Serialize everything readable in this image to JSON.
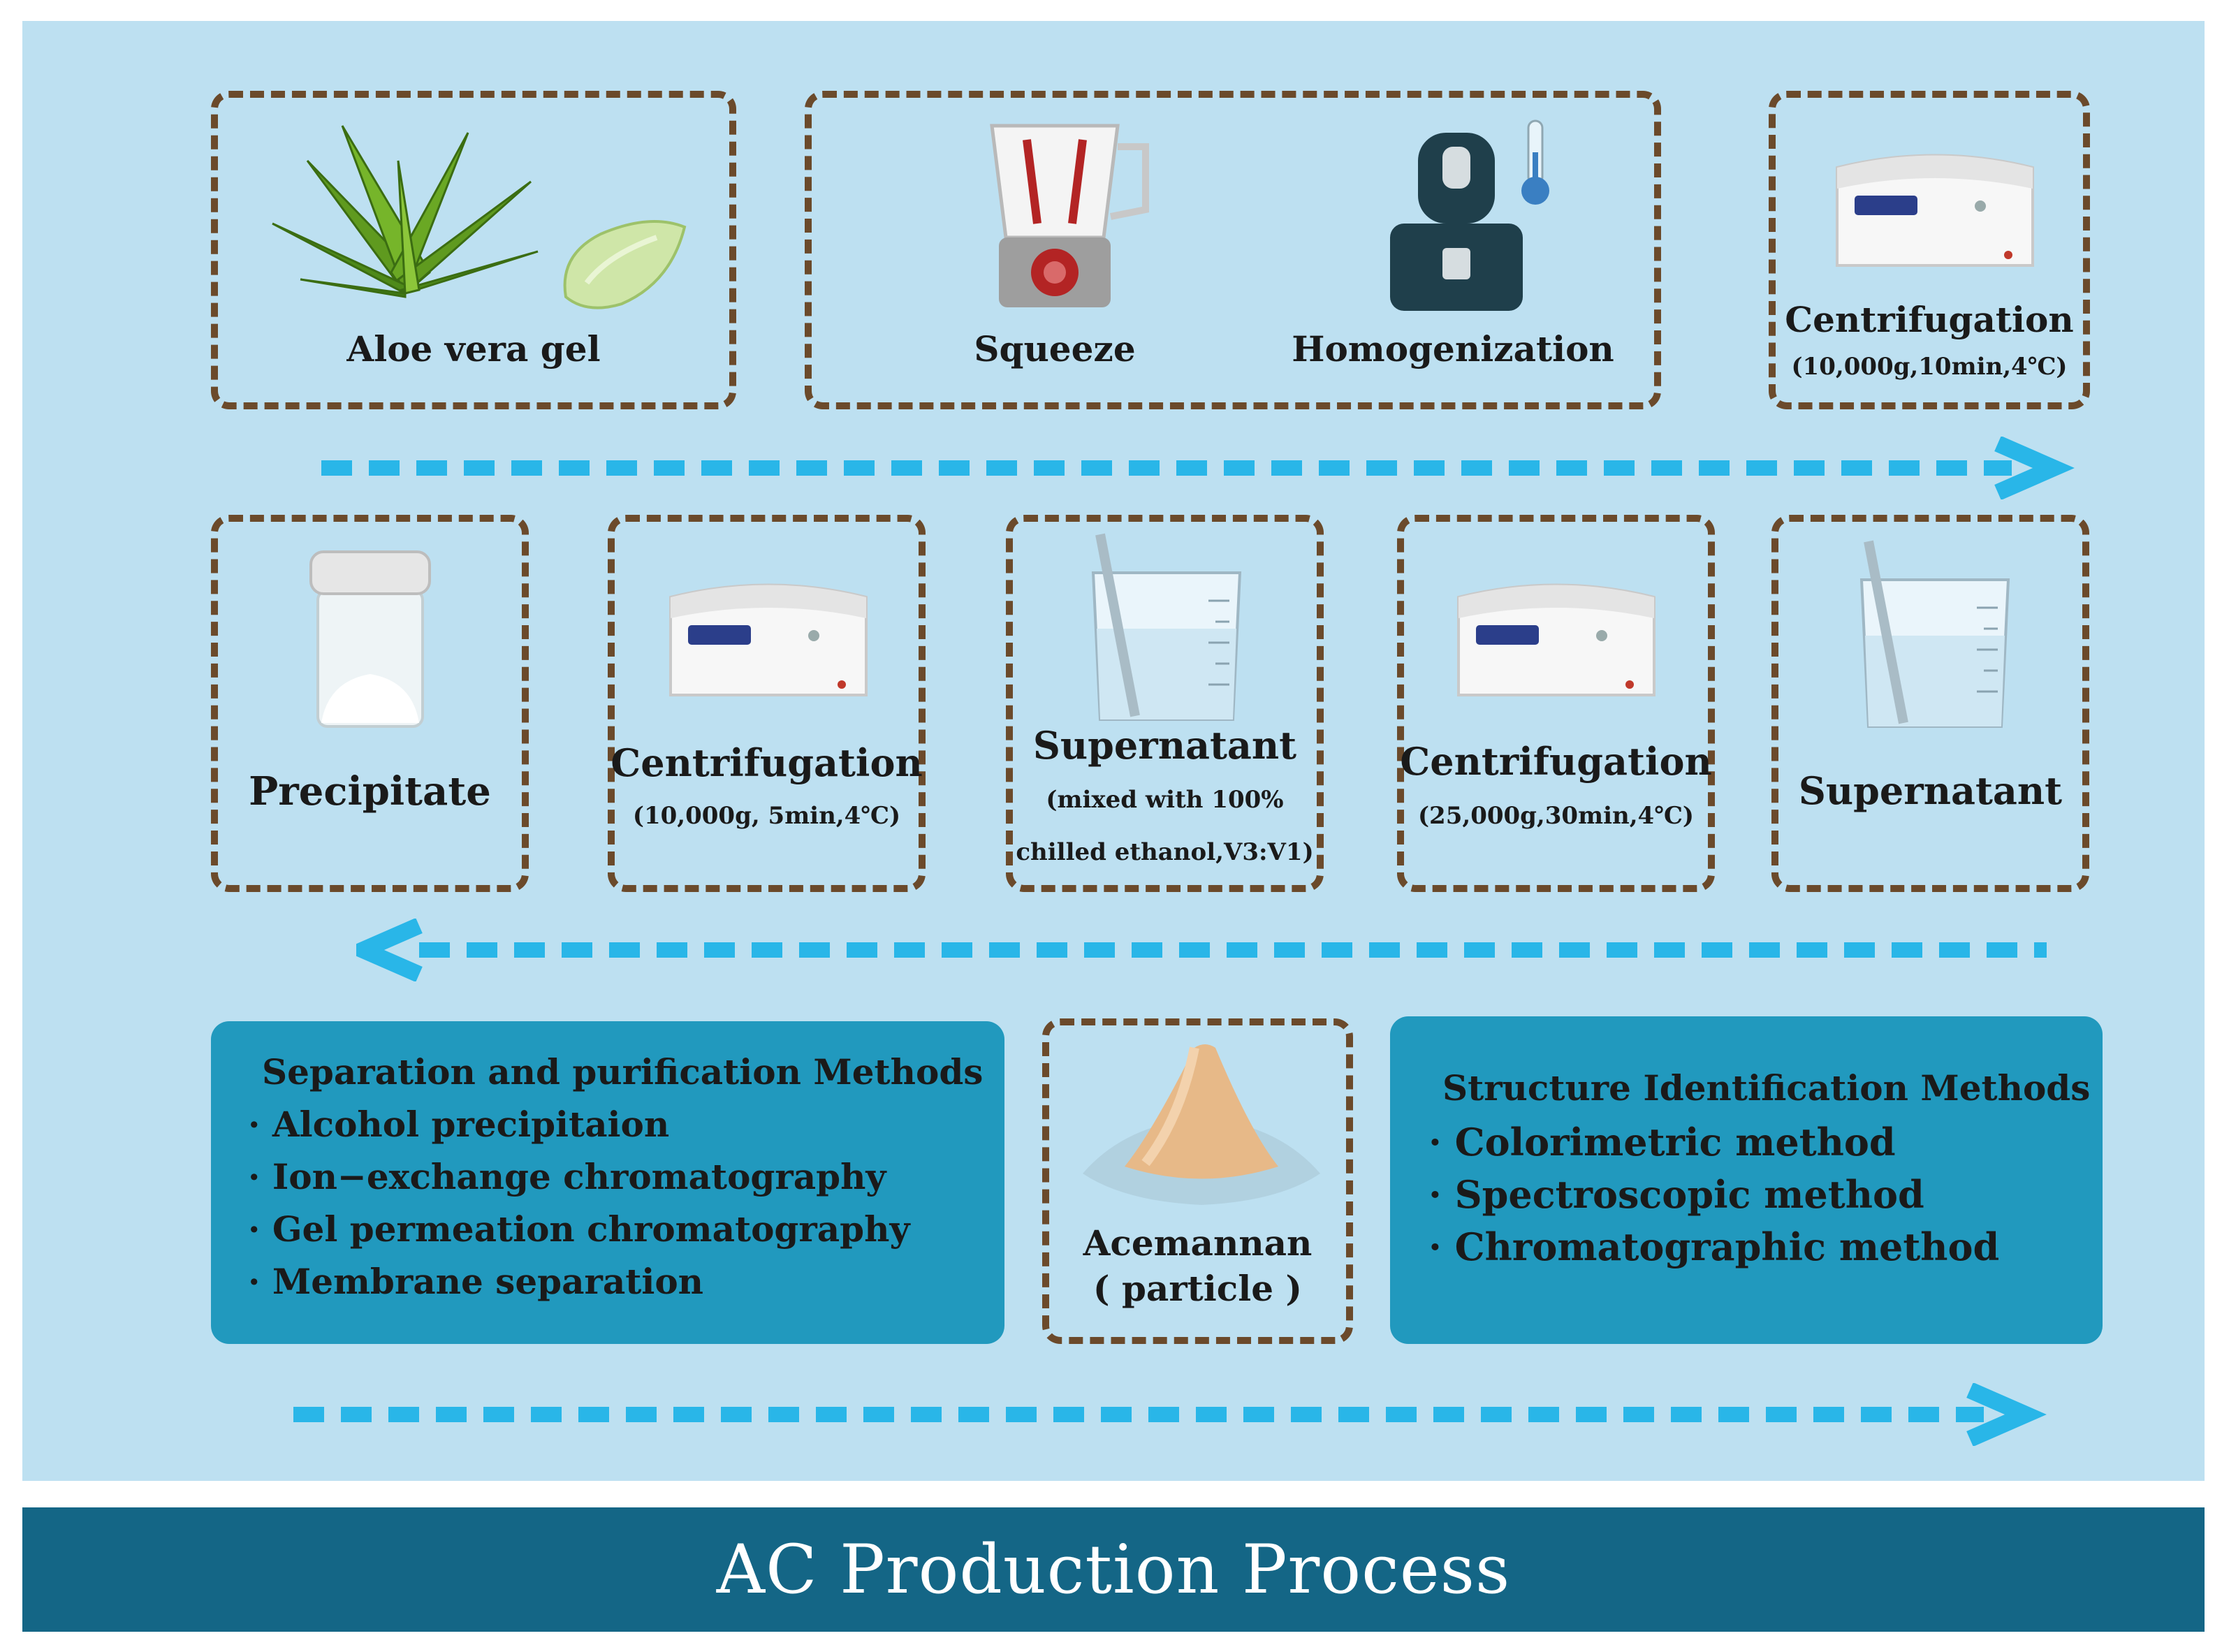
{
  "colors": {
    "panel_bg": "#bde0f1",
    "box_border": "#6b4a2b",
    "arrow": "#29b6e8",
    "method_box": "#2199be",
    "banner": "#146686"
  },
  "row1": {
    "aloe_label": "Aloe vera gel",
    "squeeze_label": "Squeeze",
    "homogenization_label": "Homogenization",
    "centrifugation_label": "Centrifugation",
    "centrifugation_params": "(10,000g,10min,4℃)"
  },
  "row2": {
    "precipitate_label": "Precipitate",
    "centrifugation2_label": "Centrifugation",
    "centrifugation2_params": "(10,000g, 5min,4℃)",
    "supernatant_mixed_label": "Supernatant",
    "supernatant_mixed_line1": "(mixed with 100%",
    "supernatant_mixed_line2": "chilled ethanol,V3:V1)",
    "centrifugation3_label": "Centrifugation",
    "centrifugation3_params": "(25,000g,30min,4℃)",
    "supernatant_label": "Supernatant"
  },
  "row3": {
    "separation": {
      "title": "Separation and purification Methods",
      "items": [
        "Alcohol precipitaion",
        "Ion−exchange chromatography",
        "Gel permeation chromatography",
        "Membrane separation"
      ]
    },
    "acemannan_label": "Acemannan",
    "acemannan_sub": "( particle )",
    "structure": {
      "title": "Structure Identification Methods",
      "items": [
        "Colorimetric method",
        "Spectroscopic method",
        "Chromatographic method"
      ]
    }
  },
  "bullet": "·",
  "banner_title": "AC Production Process"
}
